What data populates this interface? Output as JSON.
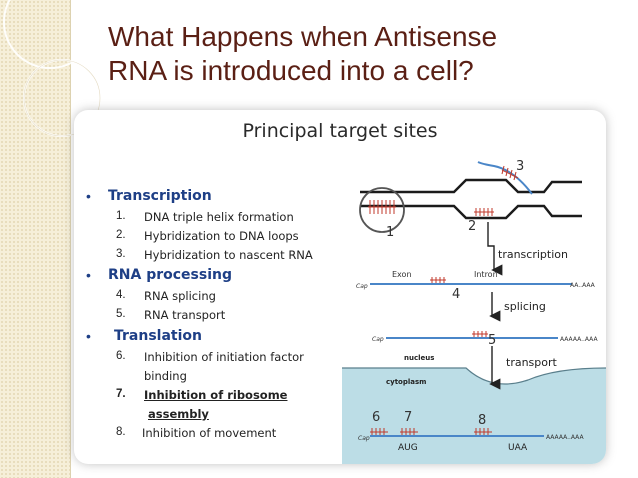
{
  "slide": {
    "title_line1": "What Happens when Antisense",
    "title_line2": "RNA is introduced into a cell?"
  },
  "figure": {
    "heading": "Principal target sites",
    "sections": [
      {
        "label": "Transcription",
        "items": [
          {
            "num": "1.",
            "text": "DNA triple helix formation"
          },
          {
            "num": "2.",
            "text": "Hybridization to DNA loops"
          },
          {
            "num": "3.",
            "text": "Hybridization to nascent RNA"
          }
        ]
      },
      {
        "label": "RNA processing",
        "items": [
          {
            "num": "4.",
            "text": "RNA splicing"
          },
          {
            "num": "5.",
            "text": "RNA transport"
          }
        ]
      },
      {
        "label": "Translation",
        "items": [
          {
            "num": "6.",
            "text": "Inhibition of initiation factor",
            "cont": "binding"
          },
          {
            "num": "7.",
            "text": "Inhibition of ribosome",
            "cont": "assembly"
          },
          {
            "num": "8.",
            "text": "Inhibition of movement"
          }
        ]
      }
    ],
    "bullet": "•",
    "diagram": {
      "site_numbers": [
        "1",
        "2",
        "3",
        "4",
        "5",
        "6",
        "7",
        "8"
      ],
      "step_labels": {
        "transcription": "transcription",
        "splicing": "splicing",
        "transport": "transport"
      },
      "exon": "Exon",
      "intron": "Intron",
      "cap": "Cap",
      "polya": "AA..AAA",
      "polya_long": "AAAAA..AAA",
      "nucleus": "nucleus",
      "cytoplasm": "cytoplasm",
      "aug": "AUG",
      "uaa": "UAA"
    }
  },
  "colors": {
    "title": "#5a1f14",
    "category": "#1e3f86",
    "rna_line": "#4a86c8",
    "cytoplasm": "#bcdde6",
    "antisense": "#c0392b"
  }
}
